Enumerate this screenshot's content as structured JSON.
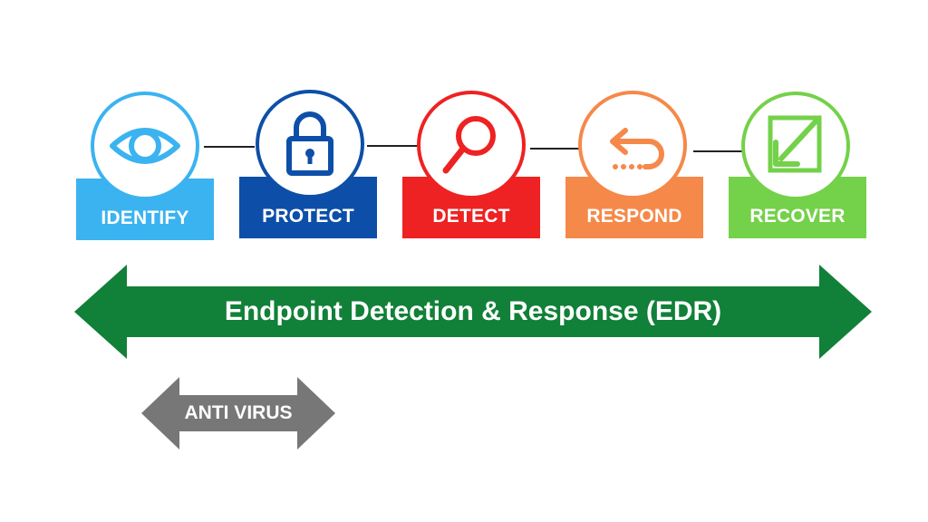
{
  "stages": [
    {
      "id": "identify",
      "label": "IDENTIFY",
      "color": "#3bb3f0",
      "icon": "eye-icon"
    },
    {
      "id": "protect",
      "label": "PROTECT",
      "color": "#0d4fa8",
      "icon": "padlock-icon"
    },
    {
      "id": "detect",
      "label": "DETECT",
      "color": "#ee2222",
      "icon": "magnifier-icon"
    },
    {
      "id": "respond",
      "label": "RESPOND",
      "color": "#f5894a",
      "icon": "return-arrow-icon"
    },
    {
      "id": "recover",
      "label": "RECOVER",
      "color": "#74d14a",
      "icon": "inward-arrow-icon"
    }
  ],
  "edr": {
    "label": "Endpoint Detection & Response (EDR)",
    "color": "#118038"
  },
  "antivirus": {
    "label": "ANTI VIRUS",
    "color": "#777777"
  }
}
